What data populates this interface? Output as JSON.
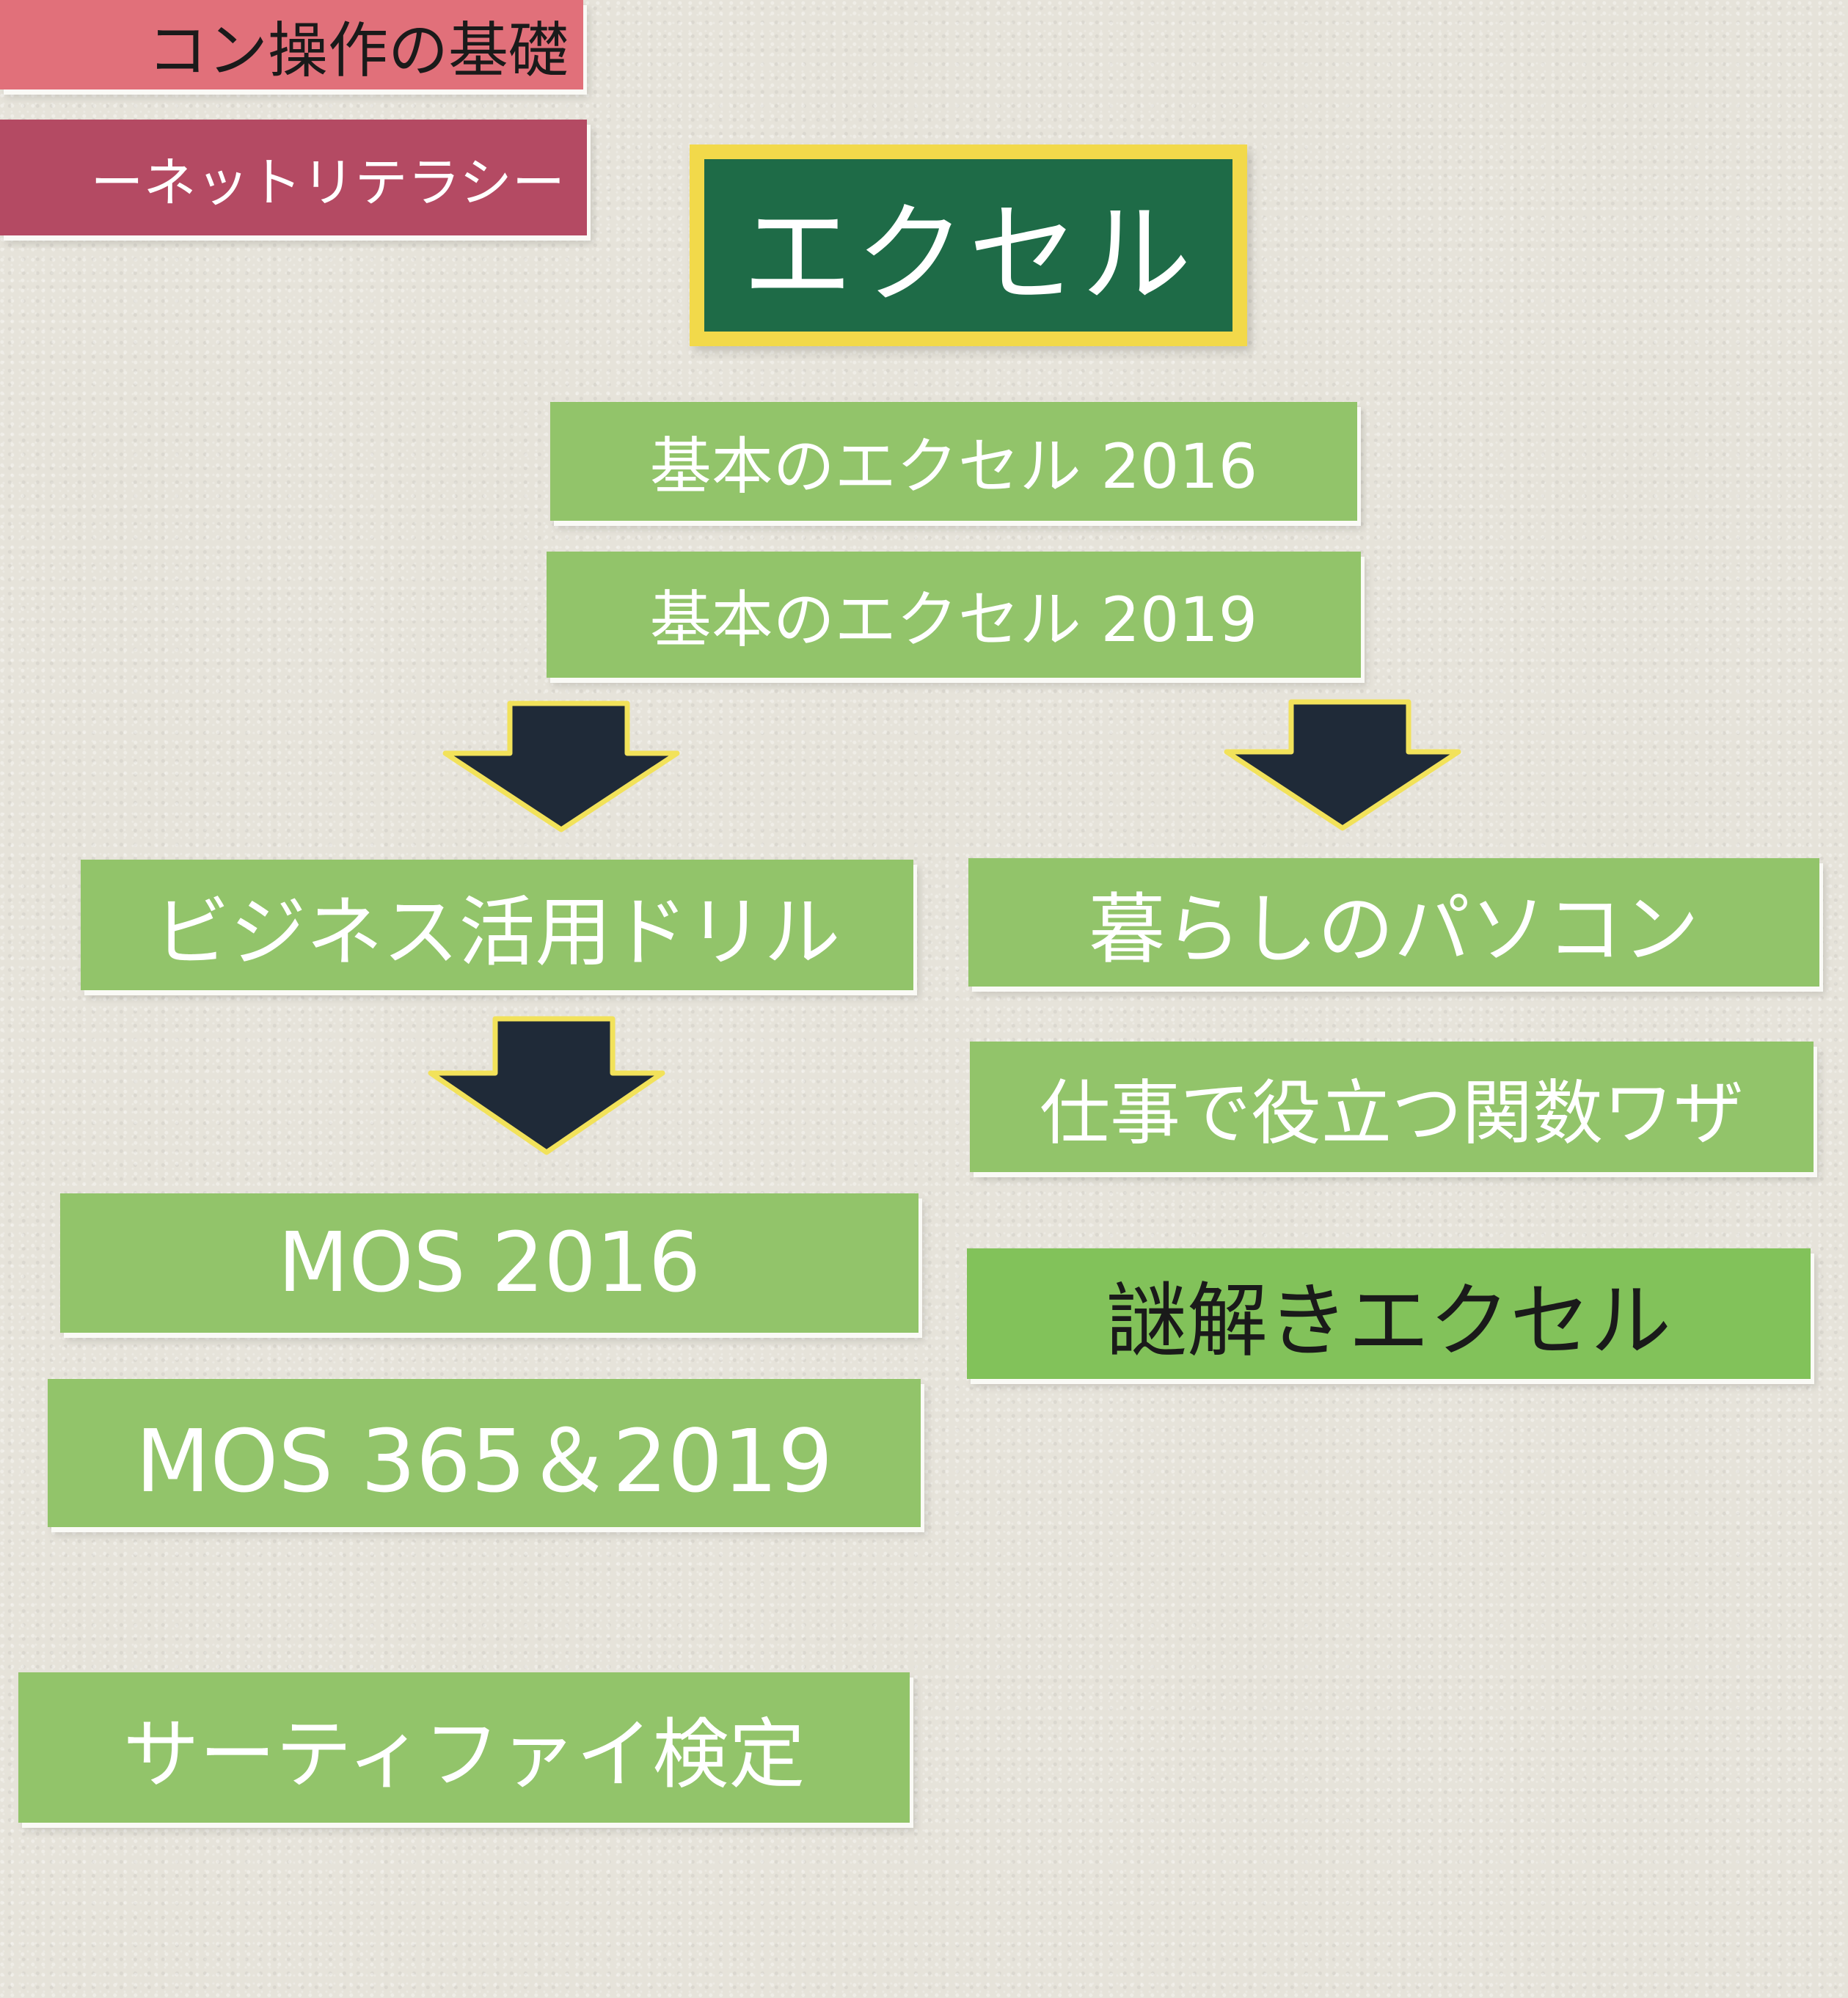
{
  "top_left_signs": {
    "sign1": "コン操作の基礎",
    "sign2": "ーネットリテラシー"
  },
  "title": "エクセル",
  "basics": [
    "基本のエクセル 2016",
    "基本のエクセル 2019"
  ],
  "left_path": [
    "ビジネス活用ドリル",
    "MOS 2016",
    "MOS 365＆2019",
    "サーティファイ検定"
  ],
  "right_path": [
    "暮らしのパソコン",
    "仕事で役立つ関数ワザ",
    "謎解きエクセル"
  ],
  "colors": {
    "wall": "#e6e3da",
    "card_green": "#92c46a",
    "card_green_bright": "#82c25a",
    "title_green": "#1e6b47",
    "title_border": "#f2d94a",
    "sign_pink": "#e1707a",
    "sign_maroon": "#b44a63",
    "arrow_fill": "#1f2a38",
    "arrow_outline": "#f2e25a"
  },
  "icons": [
    "down-arrow-icon"
  ]
}
